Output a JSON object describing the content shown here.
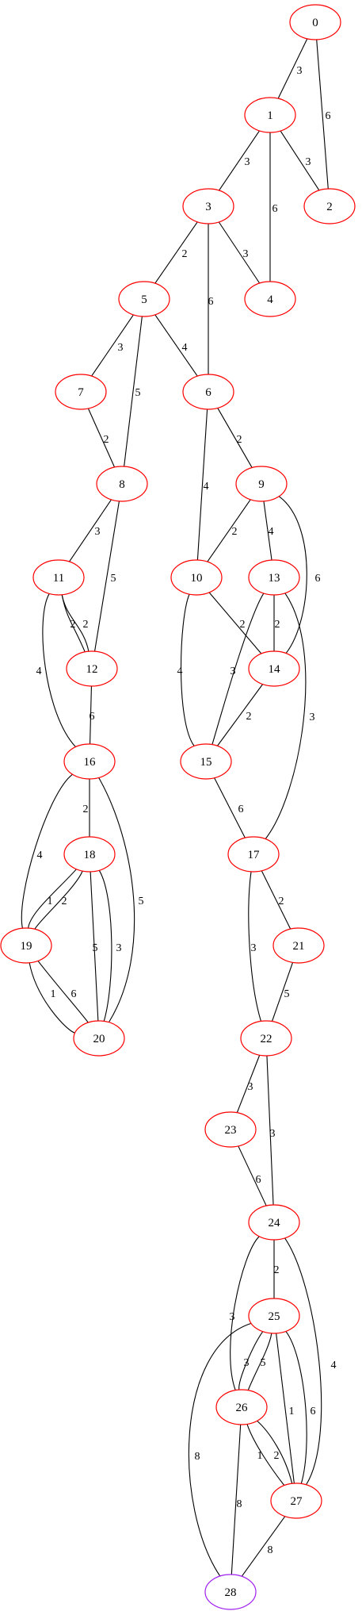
{
  "graph": {
    "nodes": [
      {
        "id": "0",
        "label": "0"
      },
      {
        "id": "1",
        "label": "1"
      },
      {
        "id": "2",
        "label": "2"
      },
      {
        "id": "3",
        "label": "3"
      },
      {
        "id": "4",
        "label": "4"
      },
      {
        "id": "5",
        "label": "5"
      },
      {
        "id": "6",
        "label": "6"
      },
      {
        "id": "7",
        "label": "7"
      },
      {
        "id": "8",
        "label": "8"
      },
      {
        "id": "9",
        "label": "9"
      },
      {
        "id": "10",
        "label": "10"
      },
      {
        "id": "11",
        "label": "11"
      },
      {
        "id": "12",
        "label": "12"
      },
      {
        "id": "13",
        "label": "13"
      },
      {
        "id": "14",
        "label": "14"
      },
      {
        "id": "15",
        "label": "15"
      },
      {
        "id": "16",
        "label": "16"
      },
      {
        "id": "17",
        "label": "17"
      },
      {
        "id": "18",
        "label": "18"
      },
      {
        "id": "19",
        "label": "19"
      },
      {
        "id": "20",
        "label": "20"
      },
      {
        "id": "21",
        "label": "21"
      },
      {
        "id": "22",
        "label": "22"
      },
      {
        "id": "23",
        "label": "23"
      },
      {
        "id": "24",
        "label": "24"
      },
      {
        "id": "25",
        "label": "25"
      },
      {
        "id": "26",
        "label": "26"
      },
      {
        "id": "27",
        "label": "27"
      },
      {
        "id": "28",
        "label": "28",
        "highlight": true
      }
    ],
    "edges": [
      {
        "source": "0",
        "target": "1",
        "weight": "3"
      },
      {
        "source": "0",
        "target": "2",
        "weight": "6"
      },
      {
        "source": "1",
        "target": "3",
        "weight": "3"
      },
      {
        "source": "1",
        "target": "2",
        "weight": "3"
      },
      {
        "source": "1",
        "target": "4",
        "weight": "6"
      },
      {
        "source": "3",
        "target": "5",
        "weight": "2"
      },
      {
        "source": "3",
        "target": "4",
        "weight": "3"
      },
      {
        "source": "3",
        "target": "6",
        "weight": "6"
      },
      {
        "source": "5",
        "target": "7",
        "weight": "3"
      },
      {
        "source": "5",
        "target": "8",
        "weight": "5"
      },
      {
        "source": "5",
        "target": "6",
        "weight": "4"
      },
      {
        "source": "7",
        "target": "8",
        "weight": "2"
      },
      {
        "source": "6",
        "target": "9",
        "weight": "2"
      },
      {
        "source": "6",
        "target": "10",
        "weight": "4"
      },
      {
        "source": "8",
        "target": "11",
        "weight": "3"
      },
      {
        "source": "8",
        "target": "12",
        "weight": "5"
      },
      {
        "source": "9",
        "target": "10",
        "weight": "2"
      },
      {
        "source": "9",
        "target": "13",
        "weight": "4"
      },
      {
        "source": "9",
        "target": "14",
        "weight": "6"
      },
      {
        "source": "11",
        "target": "12",
        "weight": "2"
      },
      {
        "source": "12",
        "target": "11",
        "weight": "2"
      },
      {
        "source": "11",
        "target": "16",
        "weight": "4"
      },
      {
        "source": "10",
        "target": "14",
        "weight": "2"
      },
      {
        "source": "10",
        "target": "15",
        "weight": "4"
      },
      {
        "source": "13",
        "target": "14",
        "weight": "2"
      },
      {
        "source": "13",
        "target": "15",
        "weight": "3"
      },
      {
        "source": "13",
        "target": "17",
        "weight": "3"
      },
      {
        "source": "12",
        "target": "16",
        "weight": "6"
      },
      {
        "source": "14",
        "target": "15",
        "weight": "2"
      },
      {
        "source": "16",
        "target": "18",
        "weight": "2"
      },
      {
        "source": "16",
        "target": "19",
        "weight": "4"
      },
      {
        "source": "16",
        "target": "20",
        "weight": "5"
      },
      {
        "source": "15",
        "target": "17",
        "weight": "6"
      },
      {
        "source": "18",
        "target": "19",
        "weight": "1"
      },
      {
        "source": "18",
        "target": "19",
        "weight": "2"
      },
      {
        "source": "18",
        "target": "20",
        "weight": "5"
      },
      {
        "source": "18",
        "target": "20",
        "weight": "3"
      },
      {
        "source": "17",
        "target": "22",
        "weight": "3"
      },
      {
        "source": "17",
        "target": "21",
        "weight": "2"
      },
      {
        "source": "19",
        "target": "20",
        "weight": "1"
      },
      {
        "source": "19",
        "target": "20",
        "weight": "6"
      },
      {
        "source": "21",
        "target": "22",
        "weight": "5"
      },
      {
        "source": "22",
        "target": "23",
        "weight": "3"
      },
      {
        "source": "22",
        "target": "24",
        "weight": "3"
      },
      {
        "source": "23",
        "target": "24",
        "weight": "6"
      },
      {
        "source": "24",
        "target": "25",
        "weight": "2"
      },
      {
        "source": "24",
        "target": "26",
        "weight": "3"
      },
      {
        "source": "24",
        "target": "27",
        "weight": "4"
      },
      {
        "source": "25",
        "target": "26",
        "weight": "3"
      },
      {
        "source": "25",
        "target": "26",
        "weight": "5"
      },
      {
        "source": "25",
        "target": "27",
        "weight": "1"
      },
      {
        "source": "25",
        "target": "27",
        "weight": "6"
      },
      {
        "source": "25",
        "target": "28",
        "weight": "8"
      },
      {
        "source": "26",
        "target": "27",
        "weight": "1"
      },
      {
        "source": "26",
        "target": "27",
        "weight": "2"
      },
      {
        "source": "26",
        "target": "28",
        "weight": "8"
      },
      {
        "source": "27",
        "target": "28",
        "weight": "8"
      }
    ],
    "colors": {
      "node_stroke": "#ff0000",
      "highlight_stroke": "#a020f0",
      "edge_stroke": "#000000",
      "text": "#000000"
    }
  }
}
